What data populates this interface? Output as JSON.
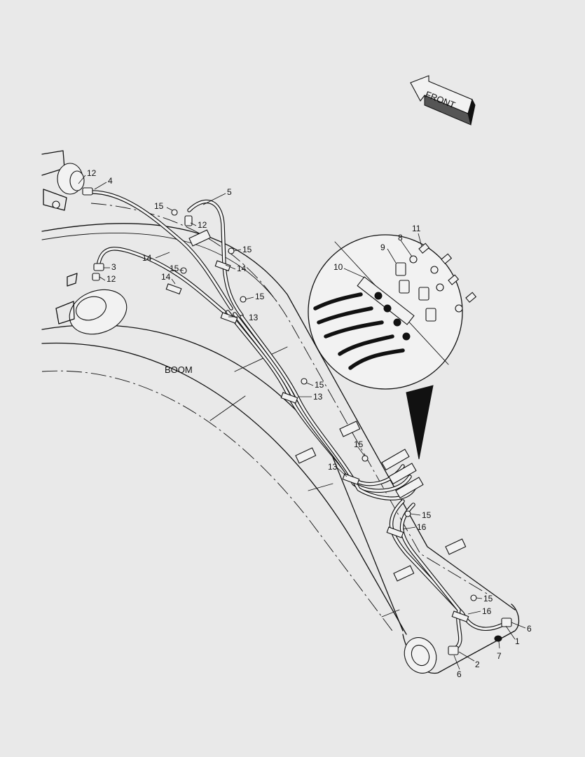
{
  "direction_label": "FRONT",
  "component_label": "BOOM",
  "callouts": [
    {
      "id": "c-4",
      "text": "4"
    },
    {
      "id": "c-12a",
      "text": "12"
    },
    {
      "id": "c-5",
      "text": "5"
    },
    {
      "id": "c-15a",
      "text": "15"
    },
    {
      "id": "c-12b",
      "text": "12"
    },
    {
      "id": "c-15b",
      "text": "15"
    },
    {
      "id": "c-14a",
      "text": "14"
    },
    {
      "id": "c-14b",
      "text": "14"
    },
    {
      "id": "c-15c",
      "text": "15"
    },
    {
      "id": "c-14c",
      "text": "14"
    },
    {
      "id": "c-3",
      "text": "3"
    },
    {
      "id": "c-12c",
      "text": "12"
    },
    {
      "id": "c-15d",
      "text": "15"
    },
    {
      "id": "c-13a",
      "text": "13"
    },
    {
      "id": "c-15e",
      "text": "15"
    },
    {
      "id": "c-13b",
      "text": "13"
    },
    {
      "id": "c-15f",
      "text": "15"
    },
    {
      "id": "c-13c",
      "text": "13"
    },
    {
      "id": "c-15g",
      "text": "15"
    },
    {
      "id": "c-16a",
      "text": "16"
    },
    {
      "id": "c-15h",
      "text": "15"
    },
    {
      "id": "c-16b",
      "text": "16"
    },
    {
      "id": "c-6a",
      "text": "6"
    },
    {
      "id": "c-1",
      "text": "1"
    },
    {
      "id": "c-7",
      "text": "7"
    },
    {
      "id": "c-2",
      "text": "2"
    },
    {
      "id": "c-6b",
      "text": "6"
    },
    {
      "id": "c-8",
      "text": "8"
    },
    {
      "id": "c-11",
      "text": "11"
    },
    {
      "id": "c-9",
      "text": "9"
    },
    {
      "id": "c-10",
      "text": "10"
    }
  ]
}
